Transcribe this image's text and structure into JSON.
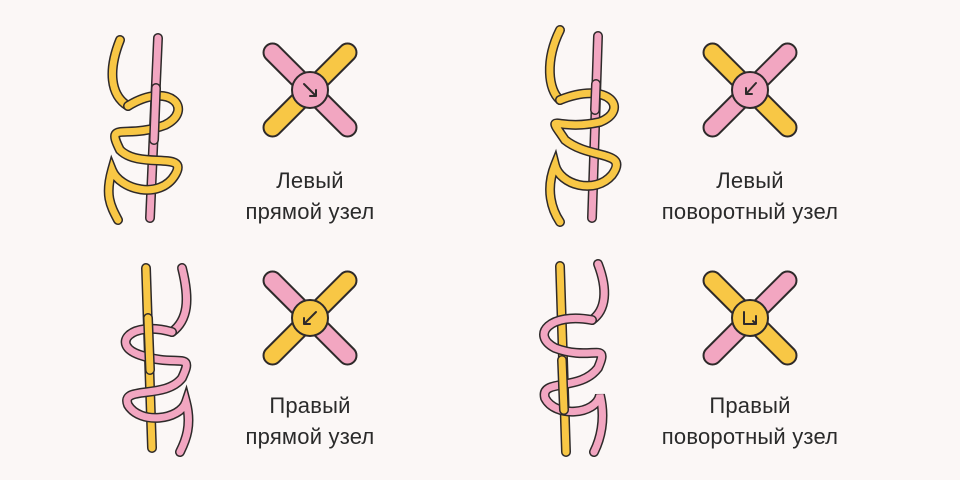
{
  "colors": {
    "yellow": "#f8c745",
    "pink": "#f2a6c1",
    "outline": "#2e2a2a",
    "background": "#fbf7f6"
  },
  "knots": [
    {
      "id": "left-square",
      "line1": "Левый",
      "line2": "прямой узел",
      "center_color": "pink",
      "arrow": "clockwise"
    },
    {
      "id": "left-turning",
      "line1": "Левый",
      "line2": "поворотный узел",
      "center_color": "pink",
      "arrow": "counter-hook"
    },
    {
      "id": "right-square",
      "line1": "Правый",
      "line2": "прямой узел",
      "center_color": "yellow",
      "arrow": "counterclockwise"
    },
    {
      "id": "right-turning",
      "line1": "Правый",
      "line2": "поворотный узел",
      "center_color": "yellow",
      "arrow": "clockwise-hook"
    }
  ]
}
